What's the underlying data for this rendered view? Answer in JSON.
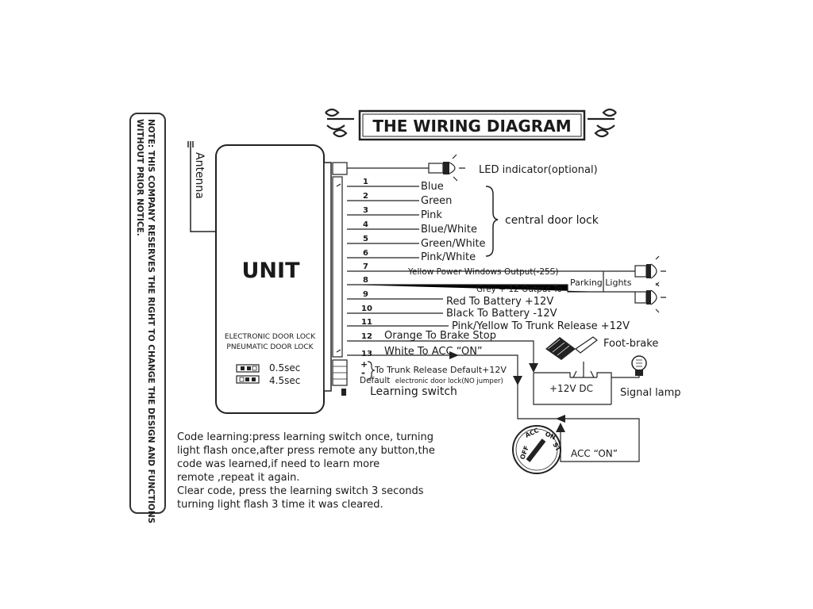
{
  "title": "THE WIRING DIAGRAM",
  "note": {
    "line1": "NOTE: THIS COMPANY RESERVES THE RIGHT TO CHANGE THE DESIGN AND FUNCTIONS",
    "line2": "WITHOUT PRIOR NOTICE."
  },
  "unit": {
    "label": "UNIT",
    "sub1": "ELECTRONIC DOOR LOCK",
    "sub2": "PNEUMATIC DOOR LOCK",
    "time1": "0.5sec",
    "time2": "4.5sec"
  },
  "antenna": "Antenna",
  "led": "LED indicator(optional)",
  "wires": [
    {
      "num": "1",
      "label": "Blue"
    },
    {
      "num": "2",
      "label": "Green"
    },
    {
      "num": "3",
      "label": "Pink"
    },
    {
      "num": "4",
      "label": "Blue/White"
    },
    {
      "num": "5",
      "label": "Green/White"
    },
    {
      "num": "6",
      "label": "Pink/White"
    },
    {
      "num": "7",
      "label": "Yellow Power Windows Output(-25S)"
    },
    {
      "num": "8",
      "label": "Grey + 12 Output To"
    },
    {
      "num": "9",
      "label": "Red  To Battery +12V"
    },
    {
      "num": "10",
      "label": "Black To Battery -12V"
    },
    {
      "num": "11",
      "label": "Pink/Yellow To Trunk Release +12V"
    },
    {
      "num": "12",
      "label": "Orange To Brake Stop"
    },
    {
      "num": "13",
      "label": "White To ACC “ON”"
    }
  ],
  "central_door_lock": "central door lock",
  "parking_lights": "Parking Lights",
  "foot_brake": "Foot-brake",
  "dc12": "+12V DC",
  "signal_lamp": "Signal lamp",
  "acc_on": "ACC “ON”",
  "ignition": {
    "off": "OFF",
    "acc": "ACC",
    "on": "ON",
    "st": "ST"
  },
  "jumper": {
    "plus": "+",
    "minus": "-",
    "trunk": "To Trunk Release Default+12V",
    "default_prefix": "Default",
    "default_rest": "electronic door lock(NO jumper)"
  },
  "learning_switch": "Learning switch",
  "code_text": [
    "Code learning:press learning switch once, turning",
    "light flash once,after press remote any button,the",
    "code was learned,if need to learn more",
    "remote ,repeat it again.",
    "Clear code, press the learning switch 3 seconds",
    "turning light flash 3 time it was cleared."
  ]
}
